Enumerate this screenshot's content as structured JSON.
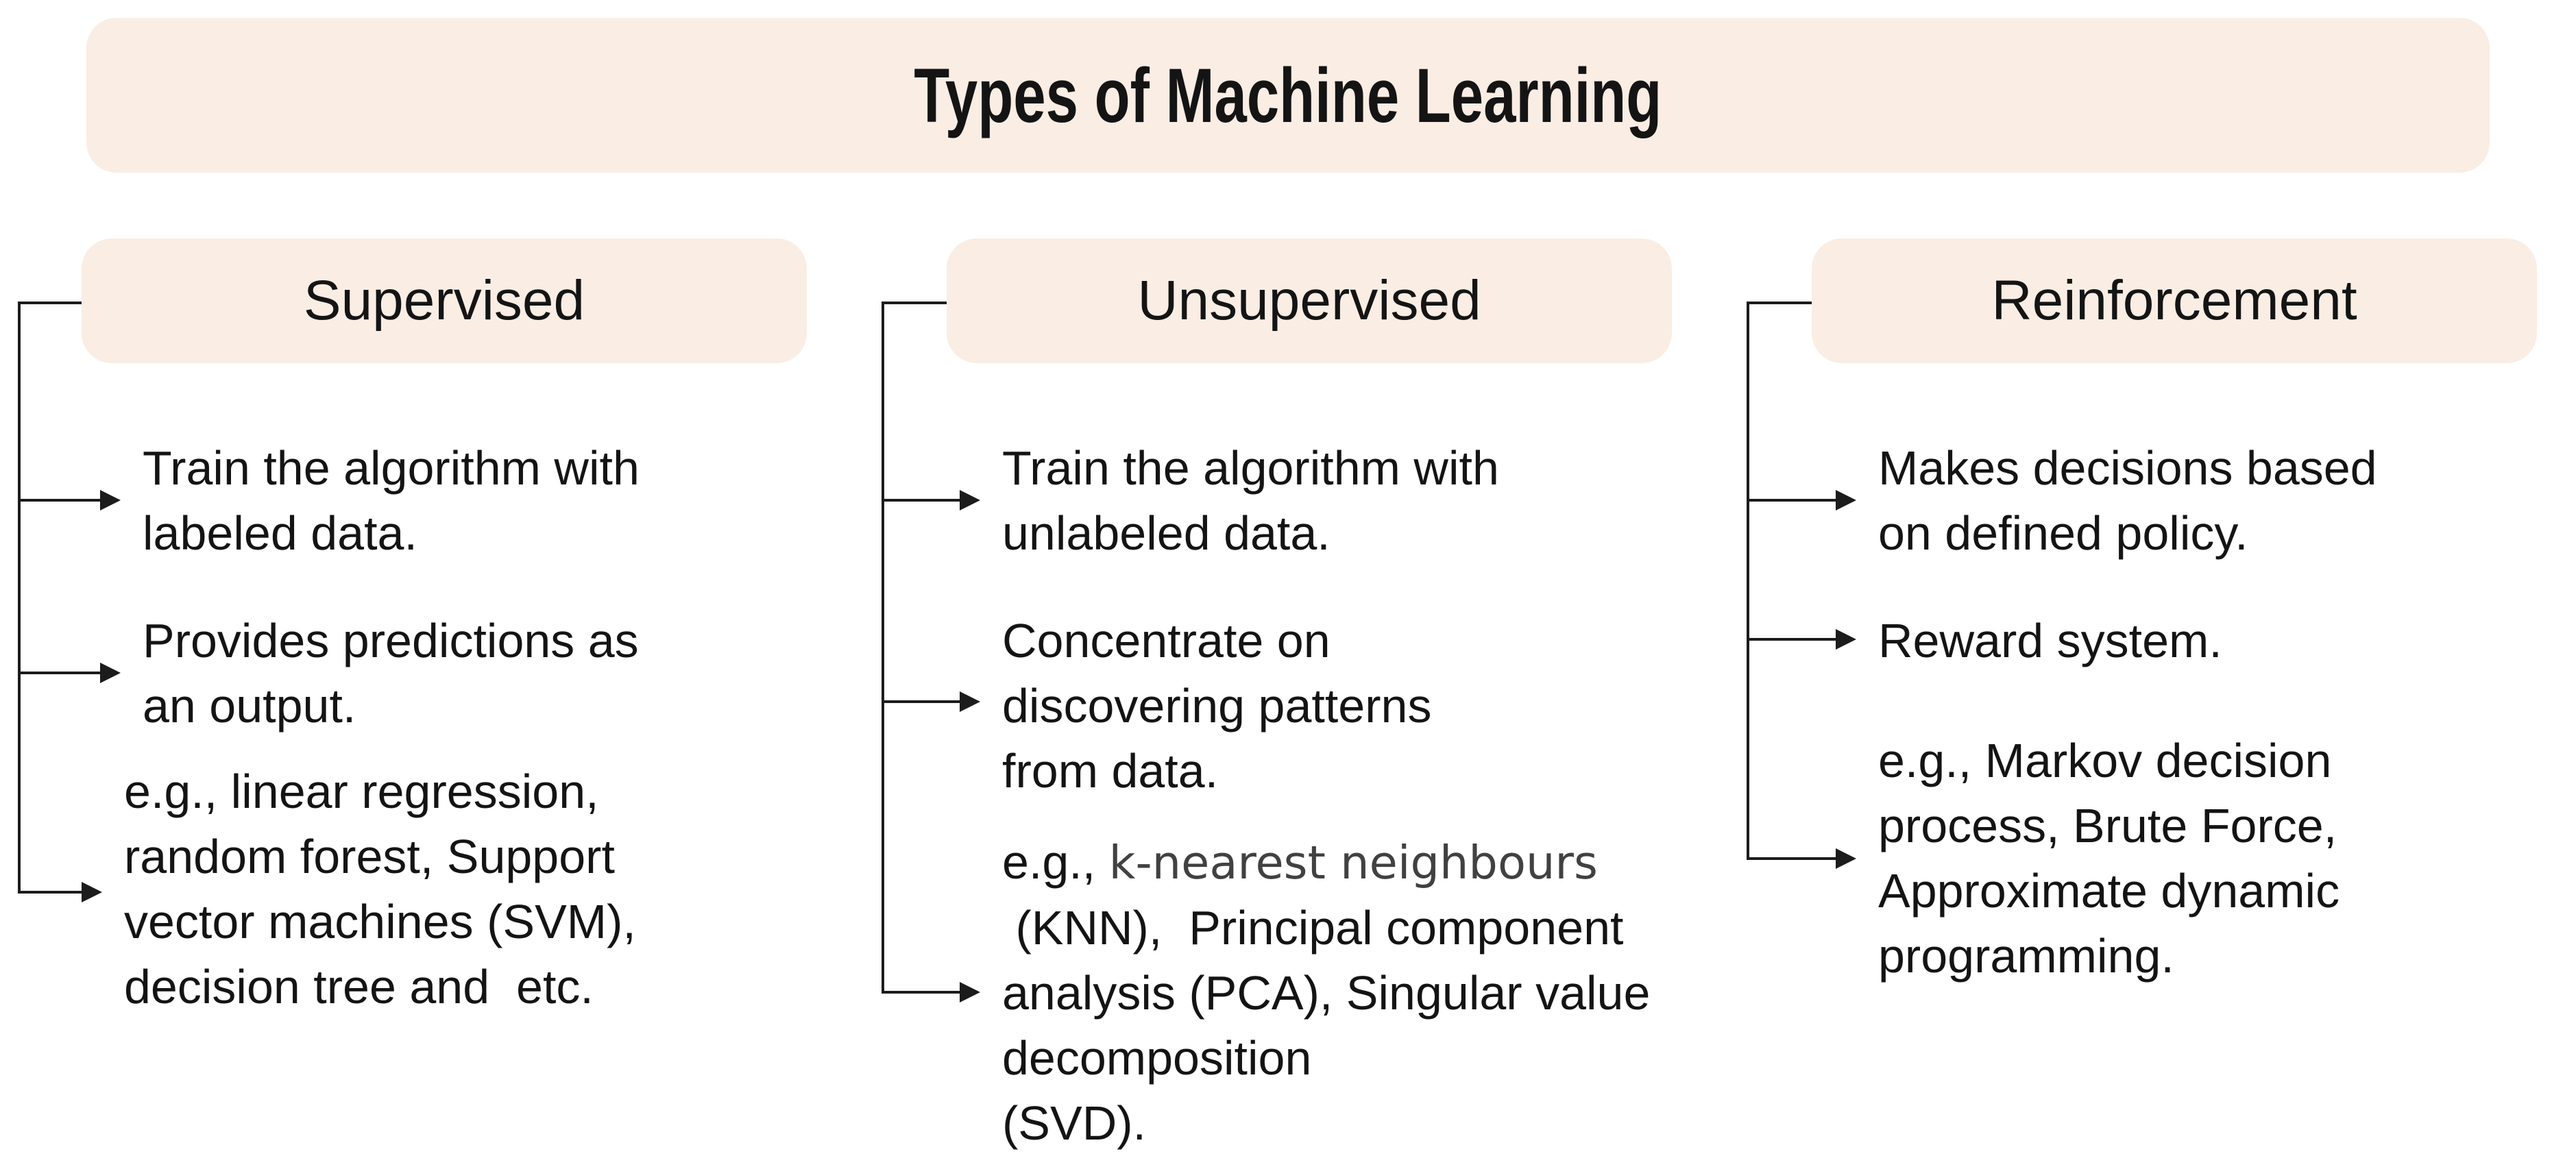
{
  "title": "Types of Machine Learning",
  "colors": {
    "background": "#ffffff",
    "box_bg": "#f9ede4",
    "line": "#1c1c1c",
    "text": "#141414",
    "alt_text": "#414141"
  },
  "columns": [
    {
      "header": "Supervised",
      "items": [
        {
          "lines": [
            "Train the algorithm with",
            "labeled data."
          ]
        },
        {
          "lines": [
            "Provides predictions as",
            "an output."
          ]
        },
        {
          "lines": [
            "e.g., linear regression,",
            "random forest, Support",
            "vector machines (SVM),",
            "decision tree and  etc."
          ]
        }
      ]
    },
    {
      "header": "Unsupervised",
      "items": [
        {
          "lines": [
            "Train the algorithm with",
            "unlabeled data."
          ]
        },
        {
          "lines": [
            "Concentrate on",
            "discovering patterns",
            "from data."
          ]
        },
        {
          "lines": [
            [
              {
                "t": "e.g., "
              },
              {
                "t": "k-nearest neighbours",
                "style": "alt"
              }
            ],
            " (KNN),  Principal component",
            "analysis (PCA), Singular value",
            "decomposition",
            "(SVD)."
          ]
        }
      ]
    },
    {
      "header": "Reinforcement",
      "items": [
        {
          "lines": [
            "Makes decisions based",
            "on defined policy."
          ]
        },
        {
          "lines": [
            "Reward system."
          ]
        },
        {
          "lines": [
            "e.g., Markov decision",
            "process, Brute Force,",
            "Approximate dynamic",
            "programming."
          ]
        }
      ]
    }
  ]
}
